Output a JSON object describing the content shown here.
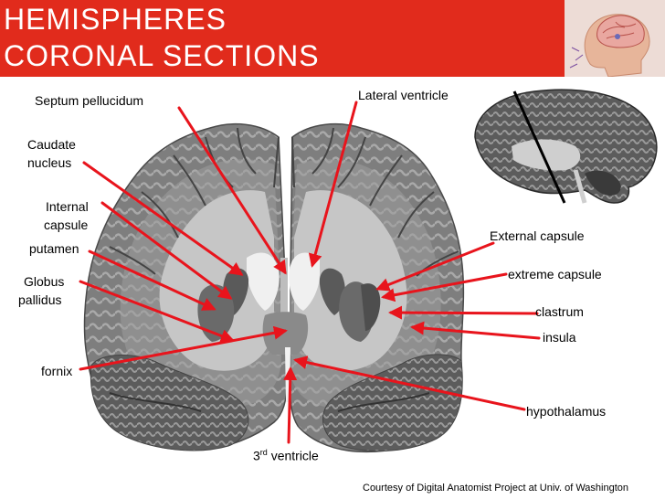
{
  "header": {
    "title_line1": "HEMISPHERES",
    "title_line2": "CORONAL SECTIONS",
    "accent_color": "#e12b1c",
    "thumbnail_icon": "head-brain-icon"
  },
  "figure": {
    "main_image": "coronal-brain-section",
    "inset_image": "sagittal-brain-with-cut-line",
    "arrow_color": "#e8141c"
  },
  "labels": {
    "septum_pellucidum": "Septum pellucidum",
    "lateral_ventricle": "Lateral ventricle",
    "caudate_line1": "Caudate",
    "caudate_line2": "nucleus",
    "internal_line1": "Internal",
    "internal_line2": "capsule",
    "putamen": "putamen",
    "globus_line1": "Globus",
    "globus_line2": "pallidus",
    "fornix": "fornix",
    "external_capsule": "External capsule",
    "extreme_capsule": "extreme capsule",
    "clastrum": "clastrum",
    "insula": "insula",
    "hypothalamus": "hypothalamus",
    "third_ventricle_num": "3",
    "third_ventricle_sup": "rd",
    "third_ventricle_word": " ventricle"
  },
  "credit": "Courtesy of Digital Anatomist Project at Univ. of Washington"
}
